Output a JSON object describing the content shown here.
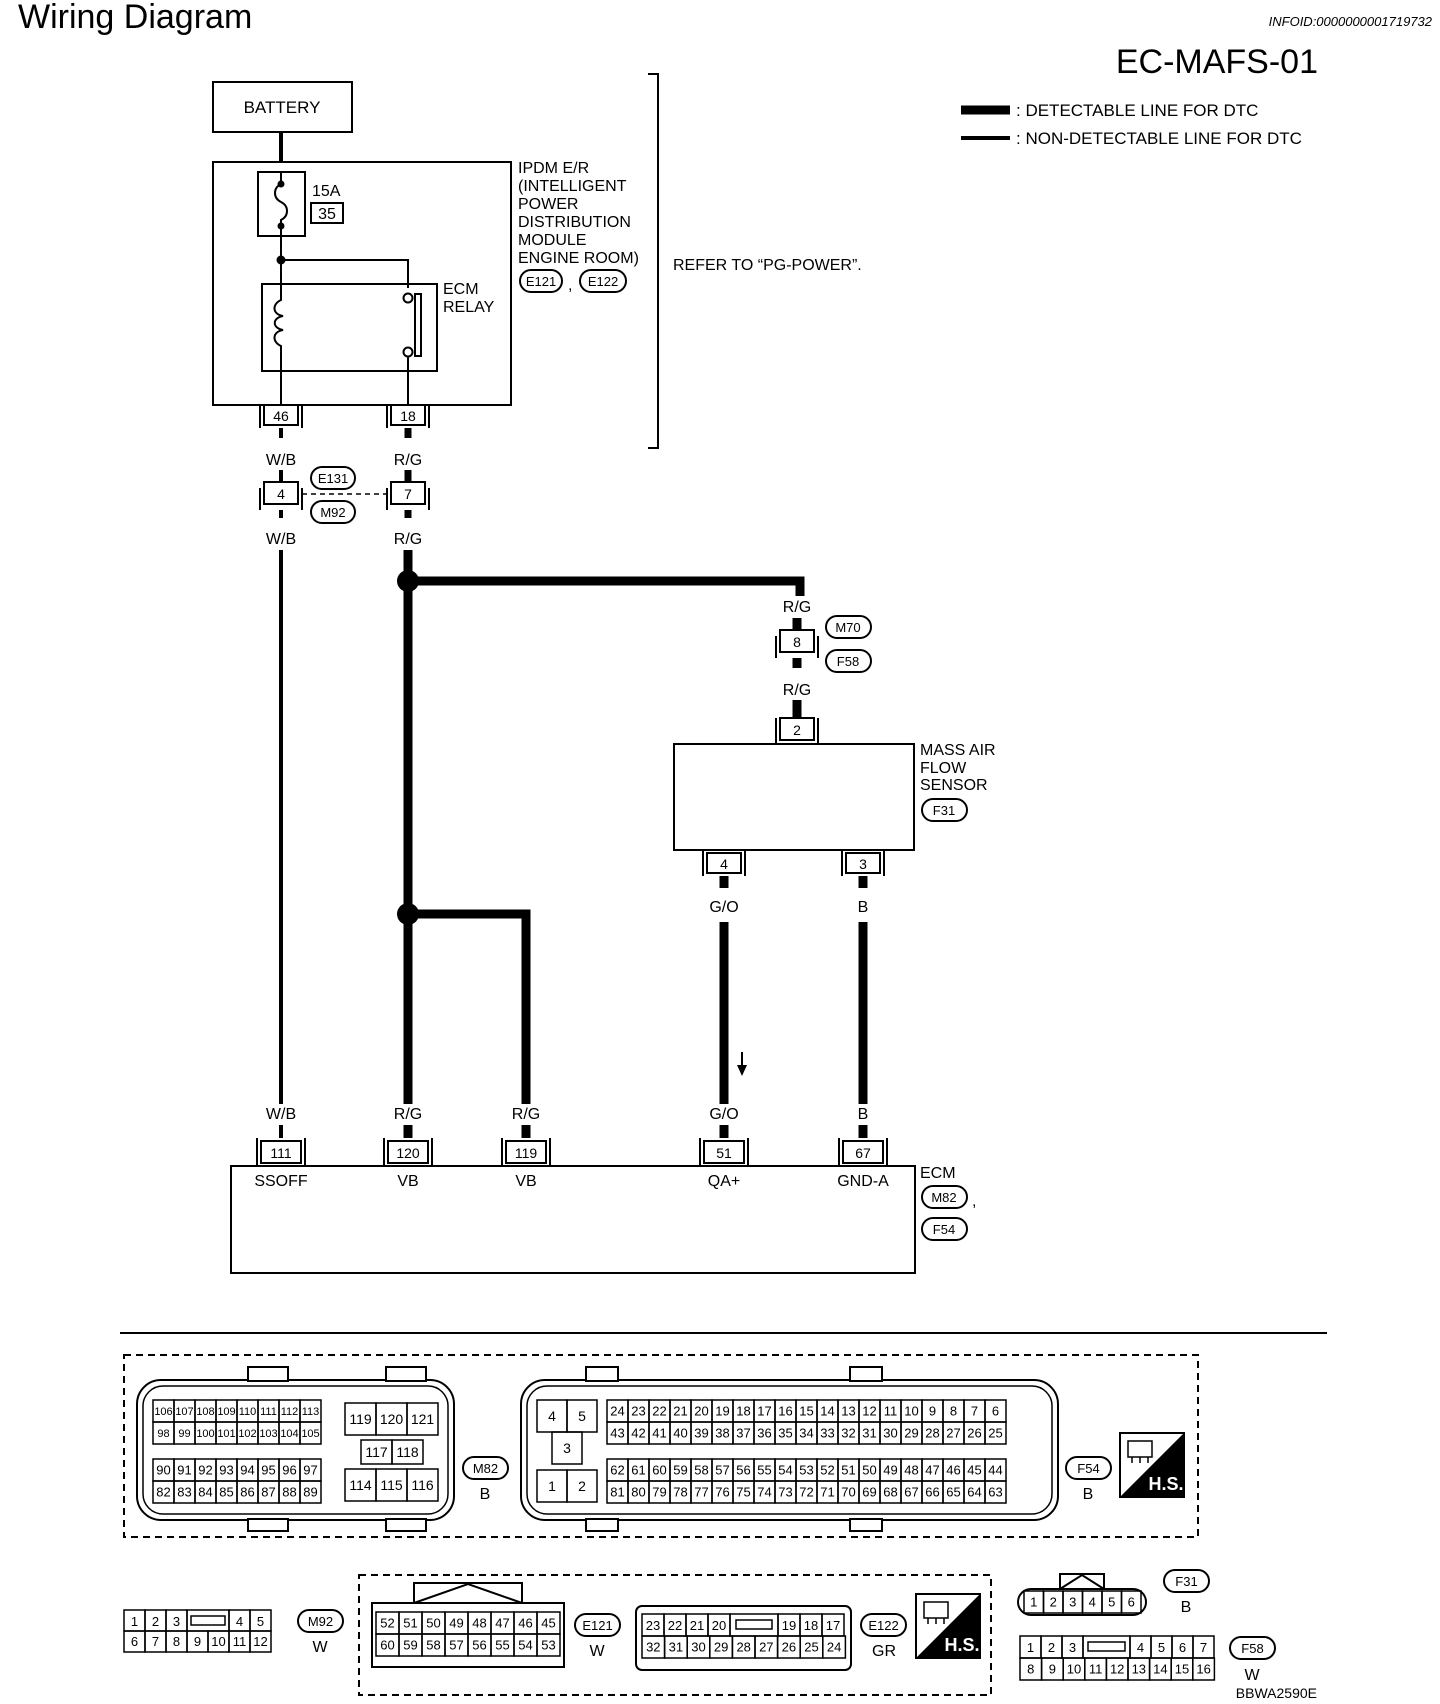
{
  "header": {
    "title": "Wiring Diagram",
    "info_id": "INFOID:0000000001719732",
    "diagram_code": "EC-MAFS-01"
  },
  "legend": {
    "detectable": ": DETECTABLE LINE FOR DTC",
    "non_detectable": ": NON-DETECTABLE LINE FOR DTC"
  },
  "power": {
    "battery_label": "BATTERY",
    "fuse_amp": "15A",
    "fuse_no": "35",
    "relay_label_1": "ECM",
    "relay_label_2": "RELAY",
    "ipdm_lines": [
      "IPDM E/R",
      "(INTELLIGENT",
      "POWER",
      "DISTRIBUTION",
      "MODULE",
      "ENGINE ROOM)"
    ],
    "ipdm_conn_1": "E121",
    "ipdm_conn_sep": ",",
    "ipdm_conn_2": "E122",
    "refer_note": "REFER TO “PG-POWER”.",
    "pin_46": "46",
    "pin_18": "18"
  },
  "wires": {
    "wb": "W/B",
    "rg": "R/G",
    "go": "G/O",
    "b": "B"
  },
  "joint": {
    "pin_4": "4",
    "pin_7": "7",
    "conn_1": "E131",
    "conn_2": "M92",
    "maf_pin_8": "8",
    "maf_conn_1": "M70",
    "maf_conn_2": "F58"
  },
  "maf": {
    "lines": [
      "MASS AIR",
      "FLOW",
      "SENSOR"
    ],
    "conn": "F31",
    "pin_2": "2",
    "pin_4": "4",
    "pin_3": "3"
  },
  "ecm": {
    "label": "ECM",
    "conn_1": "M82",
    "sep": ",",
    "conn_2": "F54",
    "pins": [
      {
        "no": "111",
        "name": "SSOFF"
      },
      {
        "no": "120",
        "name": "VB"
      },
      {
        "no": "119",
        "name": "VB"
      },
      {
        "no": "51",
        "name": "QA+"
      },
      {
        "no": "67",
        "name": "GND-A"
      }
    ]
  },
  "connectors": {
    "m82": {
      "id": "M82",
      "color": "B",
      "top_row_1": [
        "106",
        "107",
        "108",
        "109",
        "110",
        "111",
        "112",
        "113"
      ],
      "top_row_2": [
        "98",
        "99",
        "100",
        "101",
        "102",
        "103",
        "104",
        "105"
      ],
      "bot_row_1": [
        "90",
        "91",
        "92",
        "93",
        "94",
        "95",
        "96",
        "97"
      ],
      "bot_row_2": [
        "82",
        "83",
        "84",
        "85",
        "86",
        "87",
        "88",
        "89"
      ],
      "mid_top": [
        "119",
        "120",
        "121"
      ],
      "mid_mid": [
        "117",
        "118"
      ],
      "mid_bot": [
        "114",
        "115",
        "116"
      ]
    },
    "f54": {
      "id": "F54",
      "color": "B",
      "left_top": [
        "4",
        "5"
      ],
      "left_mid": "3",
      "left_bot": [
        "1",
        "2"
      ],
      "row_1": [
        "24",
        "23",
        "22",
        "21",
        "20",
        "19",
        "18",
        "17",
        "16",
        "15",
        "14",
        "13",
        "12",
        "11",
        "10",
        "9",
        "8",
        "7",
        "6"
      ],
      "row_2": [
        "43",
        "42",
        "41",
        "40",
        "39",
        "38",
        "37",
        "36",
        "35",
        "34",
        "33",
        "32",
        "31",
        "30",
        "29",
        "28",
        "27",
        "26",
        "25"
      ],
      "row_3": [
        "62",
        "61",
        "60",
        "59",
        "58",
        "57",
        "56",
        "55",
        "54",
        "53",
        "52",
        "51",
        "50",
        "49",
        "48",
        "47",
        "46",
        "45",
        "44"
      ],
      "row_4": [
        "81",
        "80",
        "79",
        "78",
        "77",
        "76",
        "75",
        "74",
        "73",
        "72",
        "71",
        "70",
        "69",
        "68",
        "67",
        "66",
        "65",
        "64",
        "63"
      ]
    },
    "hs_label": "H.S.",
    "m92": {
      "id": "M92",
      "color": "W",
      "row_1": [
        "1",
        "2",
        "3",
        "",
        "4",
        "5"
      ],
      "row_2": [
        "6",
        "7",
        "8",
        "9",
        "10",
        "11",
        "12"
      ]
    },
    "e121": {
      "id": "E121",
      "color": "W",
      "row_1": [
        "52",
        "51",
        "50",
        "49",
        "48",
        "47",
        "46",
        "45"
      ],
      "row_2": [
        "60",
        "59",
        "58",
        "57",
        "56",
        "55",
        "54",
        "53"
      ]
    },
    "e122": {
      "id": "E122",
      "color": "GR",
      "row_1": [
        "23",
        "22",
        "21",
        "20",
        "",
        "19",
        "18",
        "17"
      ],
      "row_2": [
        "32",
        "31",
        "30",
        "29",
        "28",
        "27",
        "26",
        "25",
        "24"
      ]
    },
    "f31": {
      "id": "F31",
      "color": "B",
      "row_1": [
        "1",
        "2",
        "3",
        "4",
        "5",
        "6"
      ]
    },
    "f58": {
      "id": "F58",
      "color": "W",
      "row_1": [
        "1",
        "2",
        "3",
        "",
        "4",
        "5",
        "6",
        "7"
      ],
      "row_2": [
        "8",
        "9",
        "10",
        "11",
        "12",
        "13",
        "14",
        "15",
        "16"
      ]
    }
  },
  "footer": {
    "drawing_code": "BBWA2590E"
  }
}
